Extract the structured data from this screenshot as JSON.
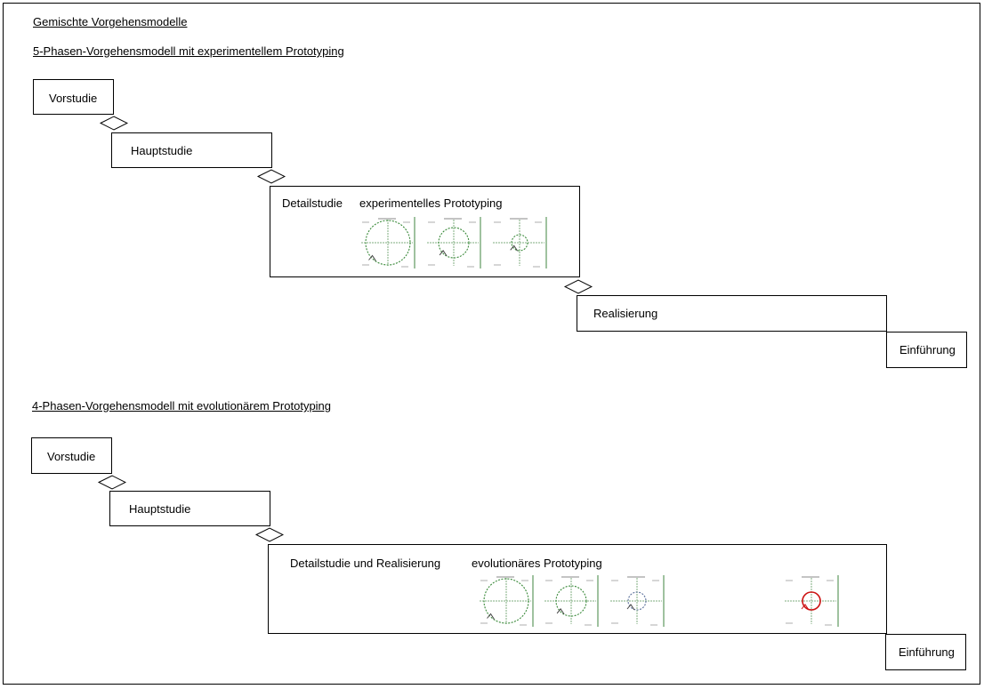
{
  "page": {
    "main_title": "Gemischte Vorgehensmodelle"
  },
  "model1": {
    "title": "5-Phasen-Vorgehensmodell mit experimentellem Prototyping",
    "phases": {
      "vorstudie": "Vorstudie",
      "hauptstudie": "Hauptstudie",
      "detailstudie": "Detailstudie",
      "prototyping": "experimentelles Prototyping",
      "realisierung": "Realisierung",
      "einfuehrung": "Einführung"
    }
  },
  "model2": {
    "title": "4-Phasen-Vorgehensmodell mit evolutionärem Prototyping",
    "phases": {
      "vorstudie": "Vorstudie",
      "hauptstudie": "Hauptstudie",
      "detail_realisierung": "Detailstudie und Realisierung",
      "prototyping": "evolutionäres Prototyping",
      "einfuehrung": "Einführung"
    }
  },
  "colors": {
    "spiral_green": "#3a8a3a",
    "spiral_axis": "#7fae7f",
    "spiral_blue": "#5a6f9a",
    "spiral_red": "#cc1111"
  }
}
